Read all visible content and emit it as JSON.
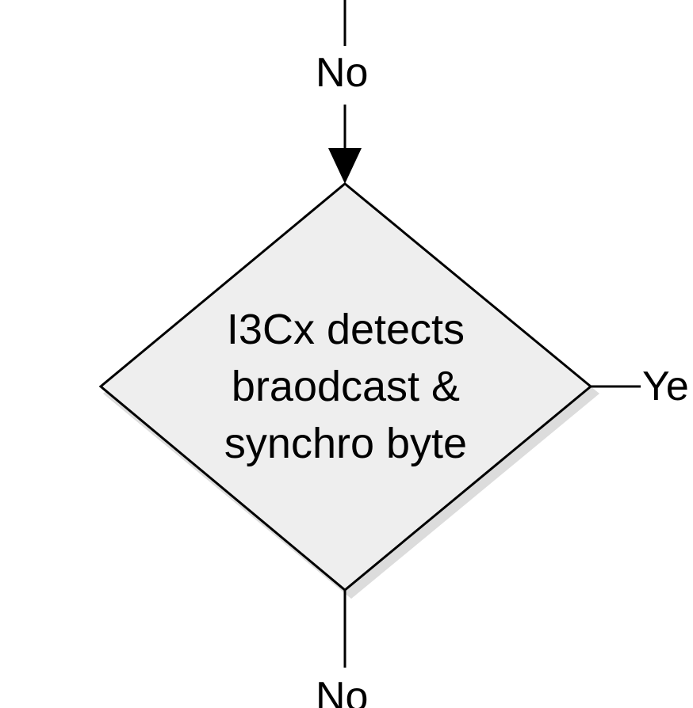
{
  "flow": {
    "top_branch_label": "No",
    "bottom_branch_label": "No",
    "right_branch_label": "Ye"
  },
  "decision": {
    "lines": [
      "I3Cx detects",
      "braodcast &",
      "synchro byte"
    ]
  },
  "colors": {
    "stroke": "#000000",
    "decision_fill": "#eeeeee",
    "shadow": "#dcdcdc",
    "background": "#ffffff"
  }
}
